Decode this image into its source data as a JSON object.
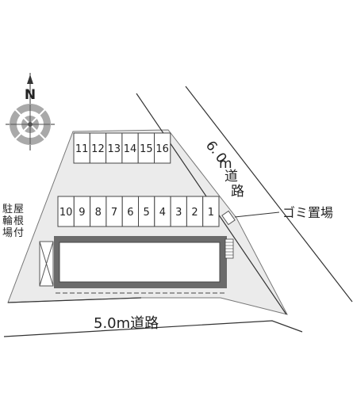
{
  "compass": {
    "label": "N"
  },
  "road_diagonal": {
    "chars": [
      "6",
      ".",
      "0",
      "m",
      "道",
      "路"
    ]
  },
  "road_bottom": {
    "label": "5.0m道路"
  },
  "garbage": {
    "label": "ゴミ置場"
  },
  "bicycle_parking": {
    "chars": [
      "駐",
      "屋",
      "輪",
      "根",
      "場",
      "付"
    ]
  },
  "parking": {
    "top_row": [
      "11",
      "12",
      "13",
      "14",
      "15",
      "16"
    ],
    "bottom_row": [
      "10",
      "9",
      "8",
      "7",
      "6",
      "5",
      "4",
      "3",
      "2",
      "1"
    ]
  },
  "colors": {
    "lot": "#ebebeb",
    "building": "#6b6b6b",
    "ink": "#333333"
  }
}
